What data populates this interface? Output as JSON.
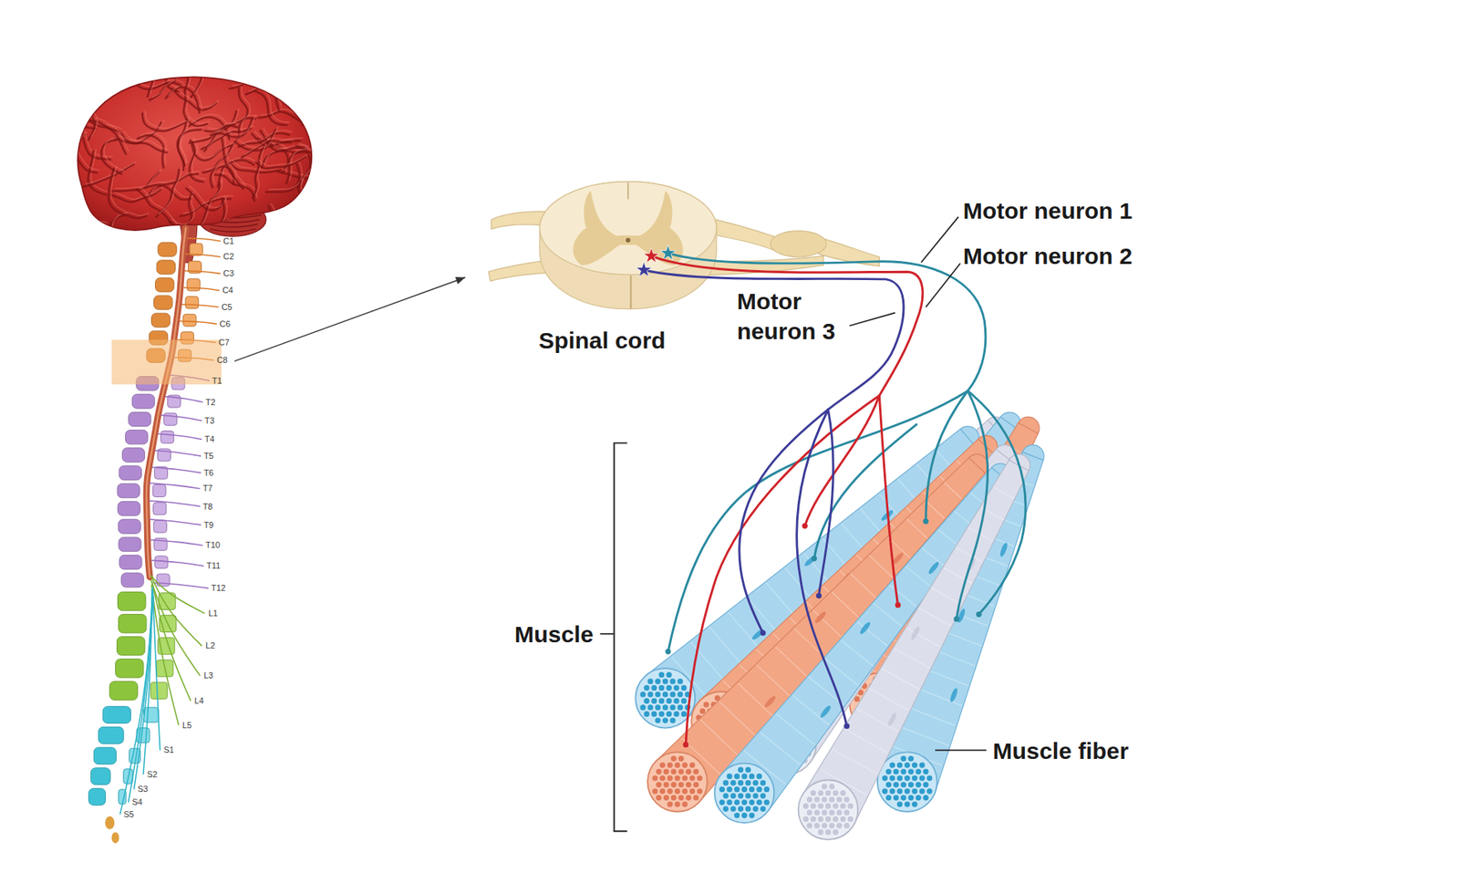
{
  "diagram": {
    "labels": [
      "C1",
      "C2",
      "C3",
      "C4",
      "C5",
      "C6",
      "C7",
      "C8",
      "T1",
      "T2",
      "T3",
      "T4",
      "T5",
      "T6",
      "T7",
      "T8",
      "T9",
      "T10",
      "T11",
      "T12",
      "L1",
      "L2",
      "L3",
      "L4",
      "L5",
      "S1",
      "S2",
      "S3",
      "S4",
      "S5",
      "Spinal cord",
      "Motor neuron 1",
      "Motor neuron 2",
      "Motor neuron 3",
      "Muscle",
      "Muscle fiber"
    ]
  }
}
